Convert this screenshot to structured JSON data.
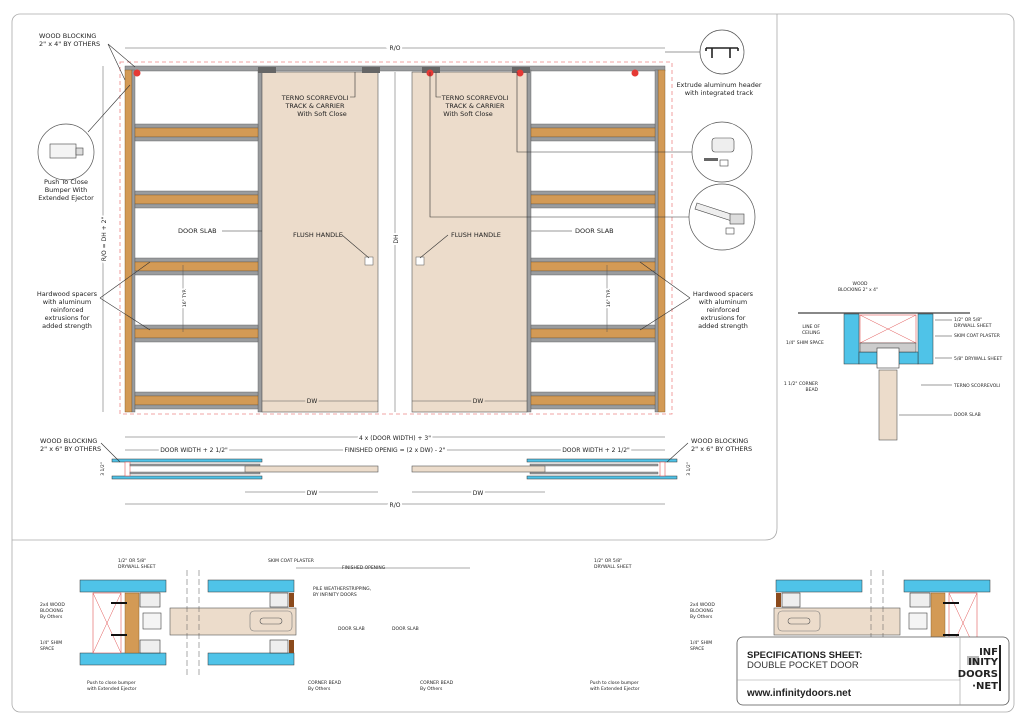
{
  "elevation": {
    "wood_blocking_top": [
      "WOOD BLOCKING",
      "2\" x 4\" BY OTHERS"
    ],
    "ro_label": "R/O",
    "ro_height_label": "R/O = DH + 2\"",
    "dh_label": "DH",
    "track_left": [
      "TERNO SCORREVOLI",
      "TRACK & CARRIER",
      "With Soft Close"
    ],
    "track_right": [
      "TERNO SCORREVOLI",
      "TRACK & CARRIER",
      "With Soft Close"
    ],
    "door_slab_left": "DOOR SLAB",
    "door_slab_right": "DOOR SLAB",
    "flush_handle_left": "FLUSH HANDLE",
    "flush_handle_right": "FLUSH HANDLE",
    "typ_spacing": "16\" TYP.",
    "dw_label": "DW",
    "bumper_callout": [
      "Push To Close",
      "Bumper With",
      "Extended Ejector"
    ],
    "spacers_left": [
      "Hardwood spacers",
      "with aluminum",
      "reinforced",
      "extrusions for",
      "added strength"
    ],
    "spacers_right": [
      "Hardwood spacers",
      "with aluminum",
      "reinforced",
      "extrusions for",
      "added strength"
    ],
    "header_callout": [
      "Extrude aluminum header",
      "with integrated track"
    ]
  },
  "plan": {
    "overall": "4 x (DOOR WIDTH) + 3\"",
    "door_width_left": "DOOR WIDTH + 2 1/2\"",
    "finished_opening": "FINISHED OPENIG = (2 x DW) - 2\"",
    "door_width_right": "DOOR WIDTH + 2 1/2\"",
    "wood_blocking_left": [
      "WOOD BLOCKING",
      "2\" x 6\" BY OTHERS"
    ],
    "wood_blocking_right": [
      "WOOD BLOCKING",
      "2\" x 6\" BY OTHERS"
    ],
    "dw_label": "DW",
    "ro_label": "R/O",
    "thickness": "3 1/2\""
  },
  "head_section": {
    "wood_blocking": [
      "WOOD",
      "BLOCKING 2\" x 4\""
    ],
    "line_of_ceiling": [
      "LINE OF",
      "CEILING"
    ],
    "shim_space": "1/4\" SHIM SPACE",
    "corner_bead": [
      "1 1/2\" CORNER",
      "BEAD"
    ],
    "drywall": [
      "1/2\" OR 5/8\"",
      "DRYWALL SHEET"
    ],
    "skim_coat": "SKIM COAT PLASTER",
    "drywall_58": "5/8\" DRYWALL SHEET",
    "terno": "TERNO SCORREVOLI",
    "door_slab": "DOOR SLAB"
  },
  "jamb_details": {
    "drywall": [
      "1/2\" OR 5/8\"",
      "DRYWALL SHEET"
    ],
    "skim_coat": "SKIM COAT PLASTER",
    "finished_opening": "FINISHED OPENING",
    "pile": [
      "PILE WEATHERSTRIPPING,",
      "BY INFINITY DOORS"
    ],
    "blocking": [
      "2x4 WOOD",
      "BLOCKING",
      "By Others"
    ],
    "shim": [
      "1/4\" SHIM",
      "SPACE"
    ],
    "bumper": [
      "Push to close bumper",
      "with Extended Ejector"
    ],
    "door_slab": "DOOR SLAB",
    "corner_bead": [
      "CORNER BEAD",
      "By Others"
    ]
  },
  "title_block": {
    "heading": "SPECIFICATIONS SHEET:",
    "subtitle": "DOUBLE POCKET DOOR",
    "url": "www.infinitydoors.net",
    "logo_text": [
      "INF",
      "INITY",
      "DOORS",
      "·NET"
    ]
  },
  "colors": {
    "drywall": "#4fc3e8",
    "wood": "#d39a55",
    "door_slab": "#ecdccb",
    "steel": "#9a9c9e",
    "marker": "#e53935"
  }
}
